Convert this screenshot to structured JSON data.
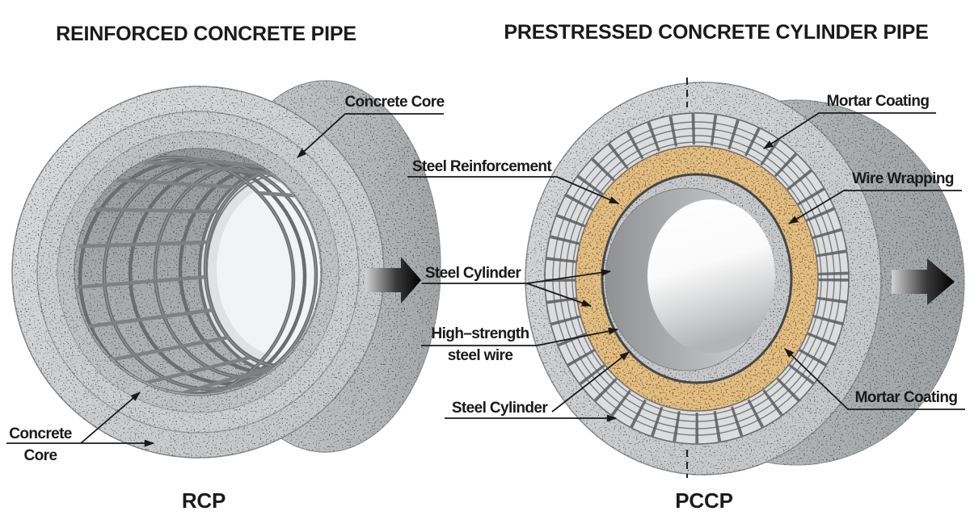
{
  "diagram": {
    "left": {
      "title": "REINFORCED CONCRETE PIPE",
      "abbr": "RCP",
      "callouts": {
        "concrete_core_top": "Concrete Core",
        "concrete_core_bottom": {
          "line1": "Concrete",
          "line2": "Core"
        }
      }
    },
    "right": {
      "title": "PRESTRESSED CONCRETE CYLINDER PIPE",
      "abbr": "PCCP",
      "callouts": {
        "mortar_coating_top": "Mortar Coating",
        "steel_reinforcement": "Steel Reinforcement",
        "wire_wrapping": "Wire Wrapping",
        "steel_cylinder_mid": "Steel Cylinder",
        "high_strength_steel_wire": {
          "line1": "High–strength",
          "line2": "steel wire"
        },
        "steel_cylinder_bottom": "Steel Cylinder",
        "mortar_coating_bottom": "Mortar Coating"
      }
    },
    "icons": {
      "flow_arrow_left": "right-flow-arrow",
      "flow_arrow_right": "right-flow-arrow"
    },
    "colors": {
      "background": "#ffffff",
      "label_text": "#1a1a1a",
      "leader_line": "#1a1a1a",
      "concrete_light": "#d4d5d7",
      "concrete_mid": "#b9bbbd",
      "concrete_dark": "#9a9c9e",
      "core_tan": "#e2bf85",
      "wire_wrap_dark": "#54565a",
      "flow_arrow_black": "#000000"
    }
  }
}
